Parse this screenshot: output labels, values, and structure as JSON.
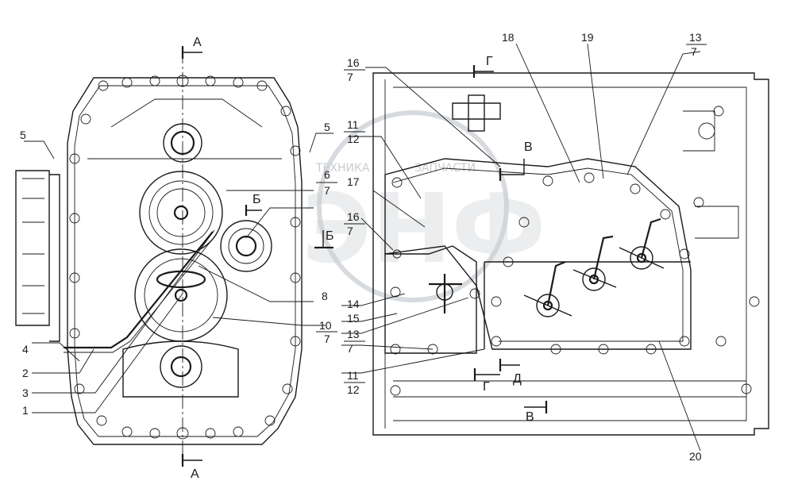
{
  "callouts": {
    "c1": "1",
    "c2": "2",
    "c3": "3",
    "c4": "4",
    "c5a": "5",
    "c5b": "5",
    "c6": "6",
    "c6den": "7",
    "c8": "8",
    "c10": "10",
    "c10den": "7",
    "c11a": "11",
    "c11aden": "12",
    "c11b": "11",
    "c11bden": "12",
    "c13a": "13",
    "c13aden": "7",
    "c13b": "13",
    "c13bden": "7",
    "c14": "14",
    "c15": "15",
    "c16a": "16",
    "c16aden": "7",
    "c16b": "16",
    "c16bden": "7",
    "c17": "17",
    "c18": "18",
    "c19": "19",
    "c20": "20"
  },
  "sections": {
    "a_top": "А",
    "a_bottom": "А",
    "b_left": "Б",
    "b_mid": "Б",
    "v_top": "В",
    "v_bottom": "В",
    "g_top": "Г",
    "g_bottom": "Г",
    "d": "Д"
  },
  "watermark": {
    "line1": "ТЕХНИКА",
    "line2": "ЗАПЧАСТИ",
    "logo": "ЭНФ"
  }
}
